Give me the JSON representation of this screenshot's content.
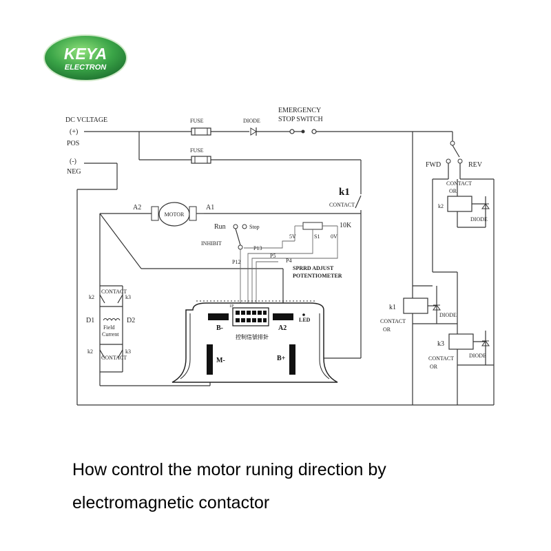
{
  "logo": {
    "line1": "KEYA",
    "line2": "ELECTRON",
    "colors": {
      "green_dark": "#1f7a34",
      "green_light": "#5cc25e",
      "text": "#ffffff"
    }
  },
  "labels": {
    "dc_voltage": "DC VCLTAGE",
    "plus": "(+)",
    "pos": "POS",
    "minus": "(-)",
    "neg": "NEG",
    "fuse1": "FUSE",
    "fuse2": "FUSE",
    "diode": "DIODE",
    "emergency": "EMERGENCY",
    "stop_switch": "STOP SWITCH",
    "k1": "k1",
    "contact": "CONTACT",
    "a2": "A2",
    "a1": "A1",
    "motor": "MOTOR",
    "run": "Run",
    "stop": "Stop",
    "inhibit": "INHIBIT",
    "ten_k": "10K",
    "v5": "5V",
    "s1": "S1",
    "v0": "0V",
    "p13": "P13",
    "p12": "P12",
    "p5": "P5",
    "p4": "P4",
    "speed_adjust": "SPRRD ADJUST",
    "potentiometer": "POTENTIOMETER",
    "fwd": "FWD",
    "rev": "REV",
    "k2_contact_or": [
      "CONTACT",
      "OR"
    ],
    "k2_right": "k2",
    "diode_k2": "DIODE",
    "k1_right": "k1",
    "k1_contact_or": [
      "CONTACT",
      "OR"
    ],
    "diode_k1": "DIODE",
    "k3_right": "k3",
    "k3_contact_or": [
      "CONTACT",
      "OR"
    ],
    "diode_k3": "DIODE",
    "left_k2_top": "k2",
    "left_contact_top": "CONTACT",
    "left_k3_top": "k3",
    "d1": "D1",
    "d2": "D2",
    "field": "Field",
    "current": "Current",
    "left_k2_bottom": "k2",
    "left_contact_bottom": "CONTACT",
    "left_k3_bottom": "k3",
    "ctrl_bminus": "B-",
    "ctrl_a2": "A2",
    "ctrl_led": "LED",
    "ctrl_m": "M-",
    "ctrl_bplus": "B+",
    "ctrl_connector": "控制信號排針",
    "ctrl_pin_top": "1P"
  },
  "caption": {
    "line1": "How control the motor runing direction by",
    "line2": "electromagnetic contactor"
  }
}
